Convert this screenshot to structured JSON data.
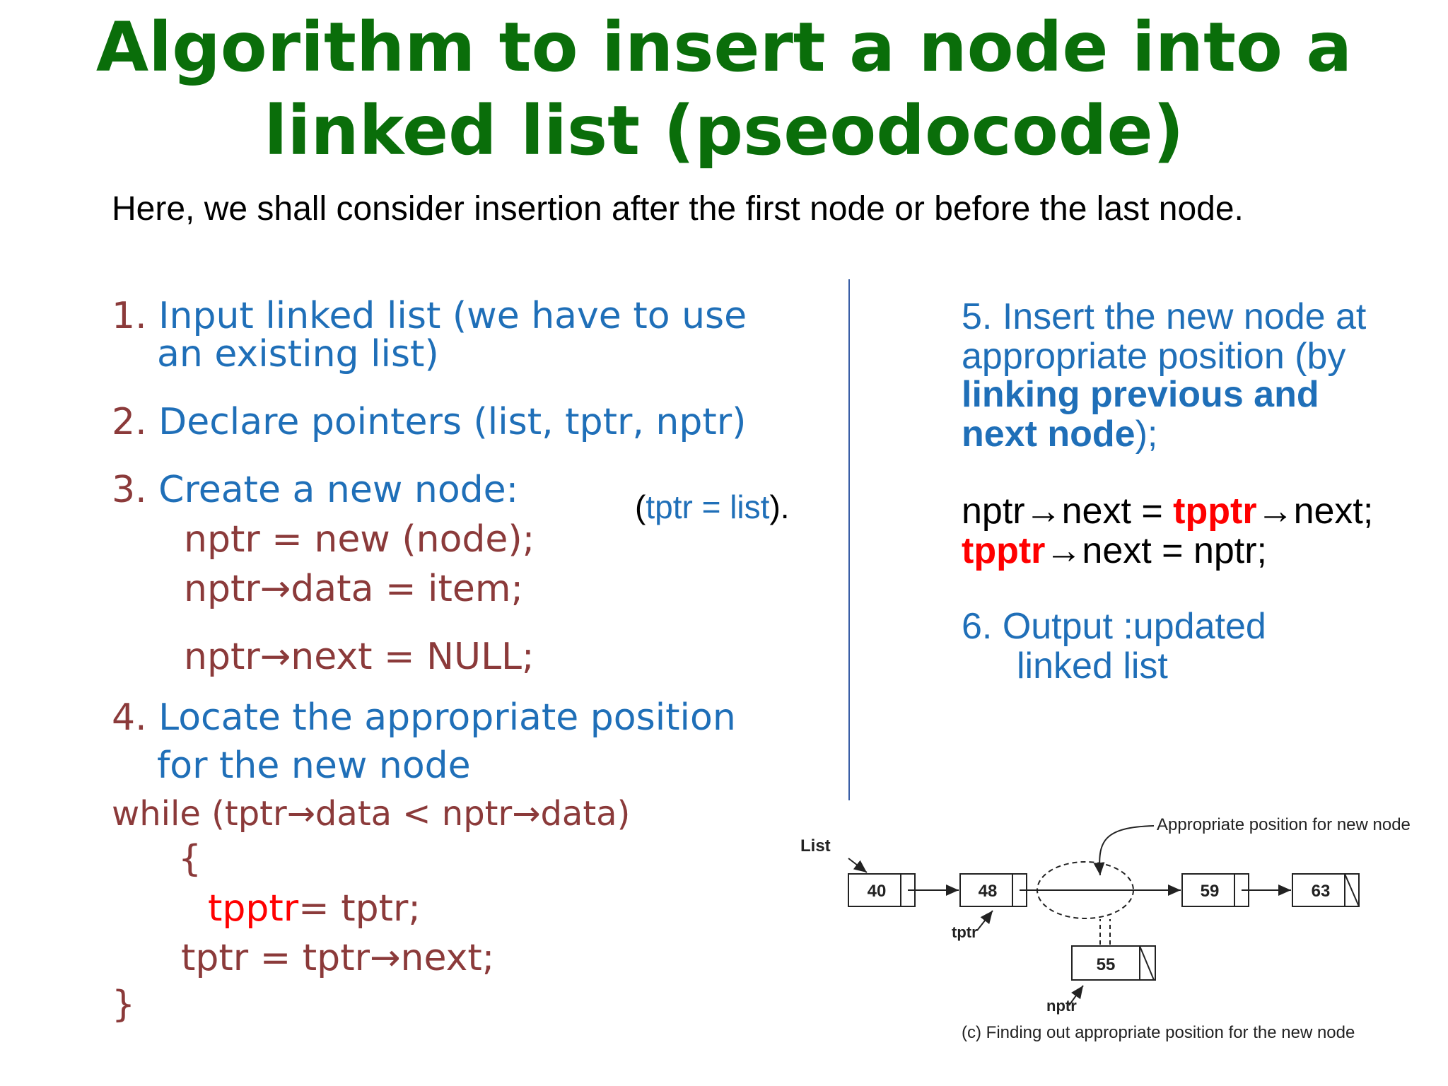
{
  "title": {
    "line1": "Algorithm to insert a node into a",
    "line2": "linked list (pseodocode)"
  },
  "subtitle": "Here, we shall consider insertion after the first node or before the last node.",
  "left": {
    "step1": {
      "num": "1.",
      "line1": "Input linked list (we have to use",
      "line2": "an existing list)"
    },
    "step2": {
      "num": "2.",
      "text": "Declare pointers (list, tptr,   nptr)"
    },
    "step3": {
      "num": "3.",
      "text": "Create a new node:",
      "code": [
        "nptr = new (node);",
        "nptr→data = item;",
        "nptr→next = NULL;"
      ]
    },
    "tptr_note": {
      "open": "(",
      "text": "tptr = list",
      "close": ")."
    },
    "step4": {
      "num": "4.",
      "line1": "Locate the appropriate position",
      "line2": "for the new node"
    },
    "loop": {
      "while": "while (tptr→data < nptr→data)",
      "open": "{",
      "tpptr": "tpptr",
      "tpptr_rest": "= tptr;",
      "advance": "tptr = tptr→next;",
      "close": "}"
    }
  },
  "right": {
    "step5": {
      "line1": "5. Insert the new node at",
      "line2": "appropriate position (by",
      "bold1": "linking previous and",
      "bold2": "next node",
      "end": ");"
    },
    "code1": {
      "pre": "nptr→next = ",
      "red": "tpptr",
      "post": "→next;"
    },
    "code2": {
      "red": "tpptr",
      "post": "→next = nptr;"
    },
    "step6": {
      "line1": "6. Output :updated",
      "line2": "linked list"
    }
  },
  "diagram": {
    "list_label": "List",
    "top_label": "Appropriate position for new node",
    "nodes": [
      "40",
      "48",
      "59",
      "63"
    ],
    "new_node": "55",
    "tptr_label": "tptr",
    "nptr_label": "nptr",
    "caption": "(c)  Finding out appropriate position for the new node"
  },
  "colors": {
    "title": "#0a6e0a",
    "step_text": "#1f6fb8",
    "step_number": "#8b3a3a",
    "highlight": "#ff0000"
  }
}
